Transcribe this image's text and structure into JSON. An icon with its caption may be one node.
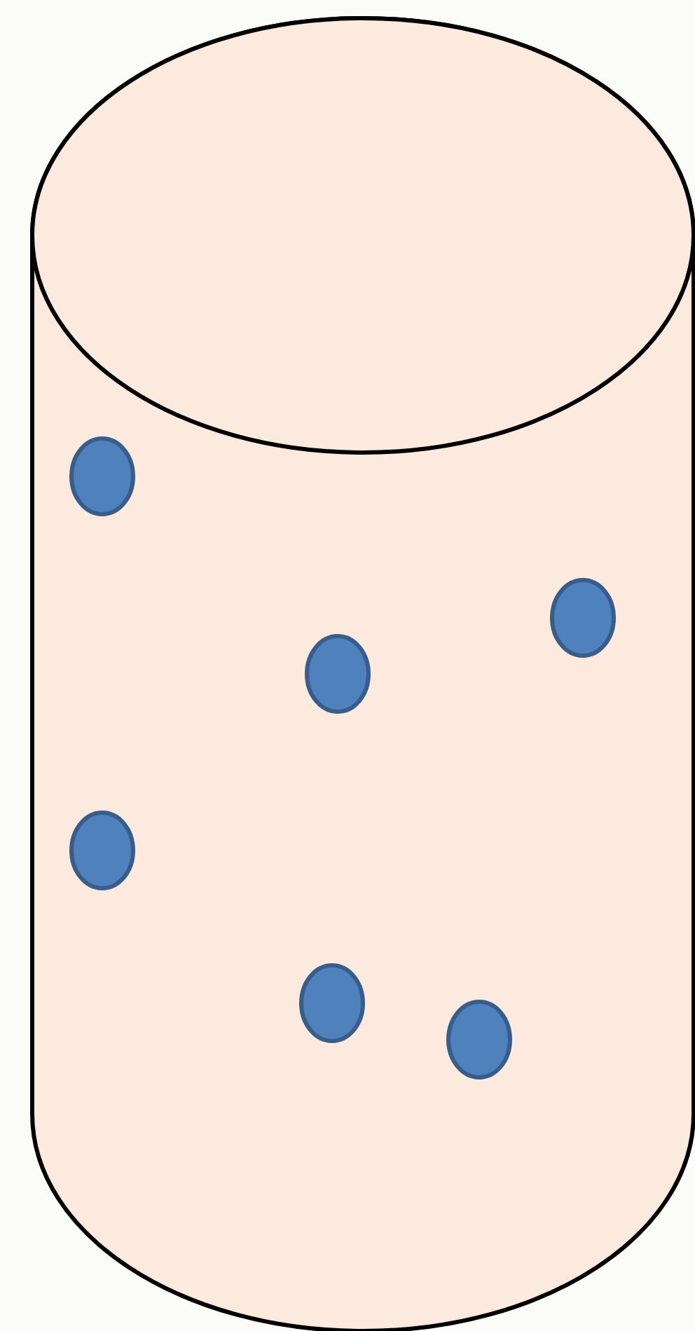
{
  "diagram": {
    "nodes": [
      {
        "text": [],
        "shape": "cylinder"
      },
      {
        "text": [],
        "shape": "circle",
        "in": 0
      },
      {
        "text": [],
        "shape": "circle",
        "in": 0
      },
      {
        "text": [],
        "shape": "circle",
        "in": 0
      },
      {
        "text": [],
        "shape": "circle",
        "in": 0
      },
      {
        "text": [],
        "shape": "circle",
        "in": 0
      },
      {
        "text": [],
        "shape": "circle",
        "in": 0
      }
    ]
  }
}
